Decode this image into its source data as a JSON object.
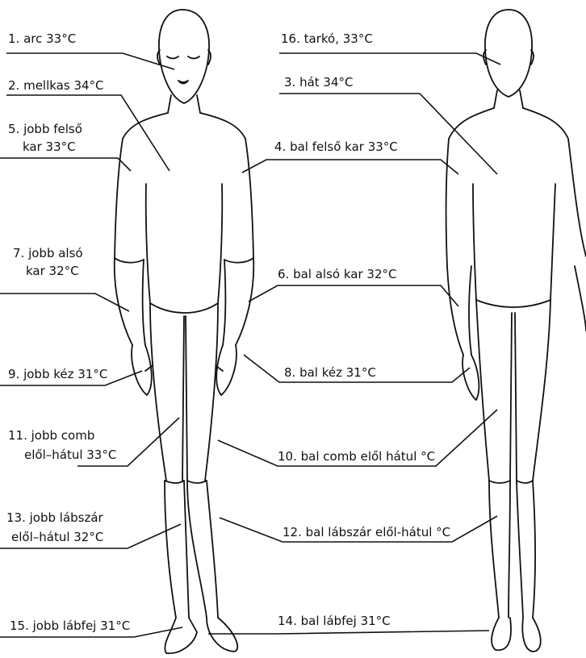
{
  "labels": {
    "l1": "1. arc 33°C",
    "l2": "2. mellkas 34°C",
    "l3": "3. hát 34°C",
    "l4": "4. bal felső kar 33°C",
    "l5a": "5. jobb felső",
    "l5b": "kar 33°C",
    "l6": "6. bal alsó kar 32°C",
    "l7a": "7. jobb alsó",
    "l7b": "kar 32°C",
    "l8": "8. bal kéz 31°C",
    "l9": "9. jobb kéz 31°C",
    "l10": "10. bal comb elől hátul °C",
    "l11a": "11. jobb comb",
    "l11b": "elől–hátul 33°C",
    "l12": "12. bal lábszár elől-hátul °C",
    "l13a": "13. jobb lábszár",
    "l13b": "elől–hátul 32°C",
    "l14": "14. bal lábfej 31°C",
    "l15": "15. jobb lábfej 31°C",
    "l16": "16. tarkó, 33°C"
  }
}
